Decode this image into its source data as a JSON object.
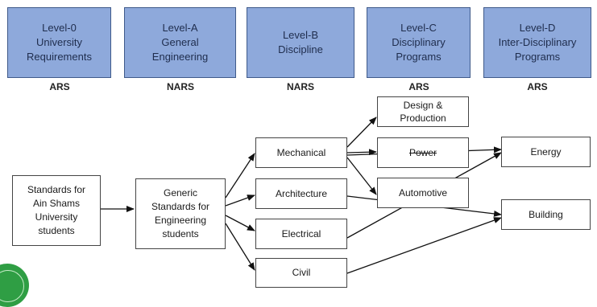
{
  "levels": [
    {
      "lines": [
        "Level-0",
        "University",
        "Requirements"
      ],
      "standard": "ARS"
    },
    {
      "lines": [
        "Level-A",
        "General",
        "Engineering"
      ],
      "standard": "NARS"
    },
    {
      "lines": [
        "Level-B",
        "Discipline"
      ],
      "standard": "NARS"
    },
    {
      "lines": [
        "Level-C",
        "Disciplinary",
        "Programs"
      ],
      "standard": "ARS"
    },
    {
      "lines": [
        "Level-D",
        "Inter-Disciplinary",
        "Programs"
      ],
      "standard": "ARS"
    }
  ],
  "nodes": {
    "standards_ain_shams": [
      "Standards for",
      "Ain Shams",
      "University",
      "students"
    ],
    "generic_standards": [
      "Generic",
      "Standards for",
      "Engineering",
      "students"
    ],
    "mechanical": "Mechanical",
    "architecture": "Architecture",
    "electrical": "Electrical",
    "civil": "Civil",
    "design_production": [
      "Design &",
      "Production"
    ],
    "power": "Power",
    "automotive": "Automotive",
    "energy": "Energy",
    "building": "Building"
  },
  "colors": {
    "level_fill": "#8ea9db",
    "level_border": "#3f5a8a",
    "arrow": "#111111",
    "seal": "#2f9e44"
  }
}
